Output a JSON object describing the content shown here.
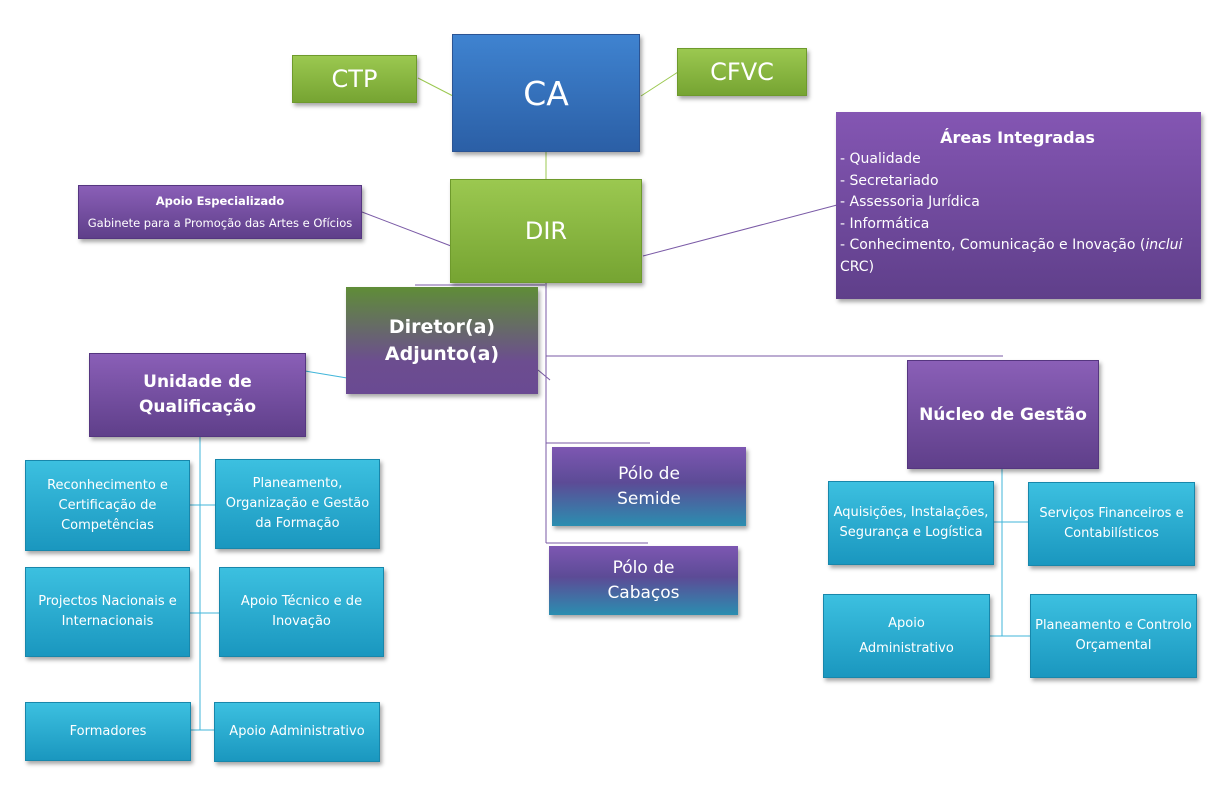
{
  "ca": "CA",
  "ctp": "CTP",
  "cfvc": "CFVC",
  "dir": "DIR",
  "apoio_especializado": {
    "title": "Apoio Especializado",
    "item": "Gabinete para a Promoção das Artes e Ofícios"
  },
  "areas_integradas": {
    "title": "Áreas Integradas",
    "items": [
      " - Qualidade",
      " - Secretariado",
      " - Assessoria Jurídica",
      " - Informática",
      " - Conhecimento, Comunicação e Inovação ("
    ],
    "italic_word": "inclui",
    "tail": "CRC)"
  },
  "diretor_adjunto": {
    "line1": "Diretor(a)",
    "line2": "Adjunto(a)"
  },
  "unidade_qualificacao": {
    "title_line1": "Unidade de",
    "title_line2": "Qualificação",
    "units": [
      "Reconhecimento e Certificação de Competências",
      "Planeamento, Organização e Gestão da Formação",
      "Projectos Nacionais e Internacionais",
      "Apoio Técnico e de Inovação",
      "Formadores",
      "Apoio Administrativo"
    ]
  },
  "polo_semide": {
    "line1": "Pólo de",
    "line2": "Semide"
  },
  "polo_cabacos": {
    "line1": "Pólo de",
    "line2": "Cabaços"
  },
  "nucleo_gestao": {
    "title": "Núcleo de Gestão",
    "units": [
      "Aquisições, Instalações, Segurança e Logística",
      "Serviços Financeiros e Contabilísticos",
      "Apoio",
      "Administrativo",
      "Planeamento e Controlo Orçamental"
    ]
  },
  "colors": {
    "blue": "#3f83d0",
    "green": "#8cbb45",
    "purple": "#7a51a8",
    "teal": "#2fb2d8"
  }
}
